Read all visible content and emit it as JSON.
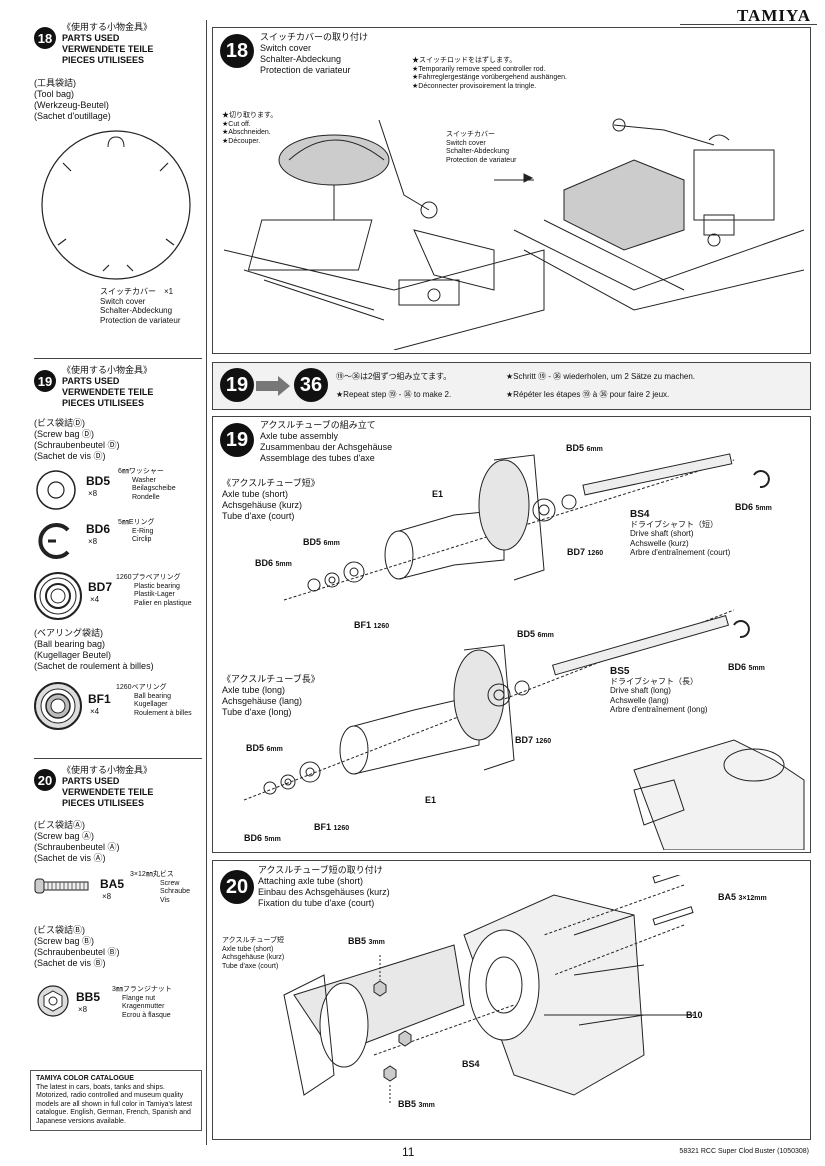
{
  "brand": "TAMIYA",
  "page_number": "11",
  "footer": "58321  RCC Super Clod Buster (1050308)",
  "left_sections": [
    {
      "step": "18",
      "jp": "《使用する小物金具》",
      "lines": [
        "PARTS USED",
        "VERWENDETE TEILE",
        "PIECES UTILISEES"
      ]
    },
    {
      "step": "19",
      "jp": "《使用する小物金具》",
      "lines": [
        "PARTS USED",
        "VERWENDETE TEILE",
        "PIECES UTILISEES"
      ]
    },
    {
      "step": "20",
      "jp": "《使用する小物金具》",
      "lines": [
        "PARTS USED",
        "VERWENDETE TEILE",
        "PIECES UTILISEES"
      ]
    }
  ],
  "tool_bag": {
    "jp": "(工具袋詰)",
    "lines": [
      "(Tool bag)",
      "(Werkzeug-Beutel)",
      "(Sachet d'outillage)"
    ]
  },
  "switch_cover_part": {
    "jp": "スイッチカバー　×1",
    "lines": [
      "Switch cover",
      "Schalter-Abdeckung",
      "Protection de variateur"
    ]
  },
  "screw_bag_d": {
    "jp": "(ビス袋詰Ⓓ)",
    "lines": [
      "(Screw bag Ⓓ)",
      "(Schraubenbeutel Ⓓ)",
      "(Sachet de vis Ⓓ)"
    ]
  },
  "bd5": {
    "code": "BD5",
    "qty": "×8",
    "jp": "6㎜ワッシャー",
    "lines": [
      "Washer",
      "Beilagscheibe",
      "Rondelle"
    ]
  },
  "bd6": {
    "code": "BD6",
    "qty": "×8",
    "jp": "5㎜Eリング",
    "lines": [
      "E-Ring",
      "Circlip"
    ]
  },
  "bd7": {
    "code": "BD7",
    "qty": "×4",
    "jp": "1260プラベアリング",
    "lines": [
      "Plastic bearing",
      "Plastik-Lager",
      "Palier en plastique"
    ]
  },
  "bearing_bag": {
    "jp": "(ベアリング袋詰)",
    "lines": [
      "(Ball bearing bag)",
      "(Kugellager Beutel)",
      "(Sachet de roulement à billes)"
    ]
  },
  "bf1": {
    "code": "BF1",
    "qty": "×4",
    "jp": "1260ベアリング",
    "lines": [
      "Ball bearing",
      "Kugellager",
      "Roulement à billes"
    ]
  },
  "screw_bag_a": {
    "jp": "(ビス袋詰Ⓐ)",
    "lines": [
      "(Screw bag Ⓐ)",
      "(Schraubenbeutel Ⓐ)",
      "(Sachet de vis Ⓐ)"
    ]
  },
  "ba5": {
    "code": "BA5",
    "qty": "×8",
    "jp": "3×12㎜丸ビス",
    "lines": [
      "Screw",
      "Schraube",
      "Vis"
    ]
  },
  "screw_bag_b": {
    "jp": "(ビス袋詰Ⓑ)",
    "lines": [
      "(Screw bag Ⓑ)",
      "(Schraubenbeutel Ⓑ)",
      "(Sachet de vis Ⓑ)"
    ]
  },
  "bb5": {
    "code": "BB5",
    "qty": "×8",
    "jp": "3㎜フランジナット",
    "lines": [
      "Flange nut",
      "Kragenmutter",
      "Ecrou à flasque"
    ]
  },
  "catalogue": {
    "title": "TAMIYA COLOR CATALOGUE",
    "body": "The latest in cars, boats, tanks and ships. Motorized, radio controlled and museum quality models are all shown in full color in Tamiya's latest catalogue. English, German, French, Spanish and Japanese versions available."
  },
  "step18": {
    "jp": "スイッチカバーの取り付け",
    "lines": [
      "Switch cover",
      "Schalter-Abdeckung",
      "Protection de variateur"
    ],
    "rod_note": [
      "★スイッチロッドをはずします。",
      "★Temporarily remove speed controller rod.",
      "★Fahrreglergestänge vorübergehend aushängen.",
      "★Déconnecter provisoirement la tringle."
    ],
    "cut_note": [
      "★切り取ります。",
      "★Cut off.",
      "★Abschneiden.",
      "★Découper."
    ],
    "cover_label": [
      "スイッチカバー",
      "Switch cover",
      "Schalter-Abdeckung",
      "Protection de variateur"
    ]
  },
  "repeat_banner": {
    "from": "19",
    "to": "36",
    "jp": "⑲～㊱は2個ずつ組み立てます。",
    "en": "★Repeat step ⑲ - ㊱ to make 2.",
    "de": "★Schritt ⑲ - ㊱ wiederholen, um 2 Sätze zu machen.",
    "fr": "★Répéter les étapes ⑲ à ㊱ pour faire 2 jeux."
  },
  "step19": {
    "jp": "アクスルチューブの組み立て",
    "lines": [
      "Axle tube assembly",
      "Zusammenbau der Achsgehäuse",
      "Assemblage des tubes d'axe"
    ],
    "short": {
      "jp": "《アクスルチューブ短》",
      "lines": [
        "Axle tube (short)",
        "Achsgehäuse (kurz)",
        "Tube d'axe (court)"
      ]
    },
    "long": {
      "jp": "《アクスルチューブ長》",
      "lines": [
        "Axle tube (long)",
        "Achsgehäuse (lang)",
        "Tube d'axe (long)"
      ]
    },
    "bs4": {
      "code": "BS4",
      "jp": "ドライブシャフト（短）",
      "lines": [
        "Drive shaft (short)",
        "Achswelle (kurz)",
        "Arbre d'entraînement (court)"
      ]
    },
    "bs5": {
      "code": "BS5",
      "jp": "ドライブシャフト（長）",
      "lines": [
        "Drive shaft (long)",
        "Achswelle (lang)",
        "Arbre d'entraînement (long)"
      ]
    },
    "labels": {
      "bd5": "BD5",
      "bd5_size": "6mm",
      "bd6": "BD6",
      "bd6_size": "5mm",
      "bd7": "BD7",
      "bd7_size": "1260",
      "bf1": "BF1",
      "bf1_size": "1260",
      "e1": "E1"
    }
  },
  "step20": {
    "jp": "アクスルチューブ短の取り付け",
    "lines": [
      "Attaching axle tube (short)",
      "Einbau des Achsgehäuses (kurz)",
      "Fixation du tube d'axe (court)"
    ],
    "tube_label": [
      "アクスルチューブ短",
      "Axle tube (short)",
      "Achsgehäuse (kurz)",
      "Tube d'axe (court)"
    ],
    "labels": {
      "ba5": "BA5",
      "ba5_size": "3×12mm",
      "bb5": "BB5",
      "bb5_size": "3mm",
      "b10": "B10",
      "bs4": "BS4"
    }
  }
}
